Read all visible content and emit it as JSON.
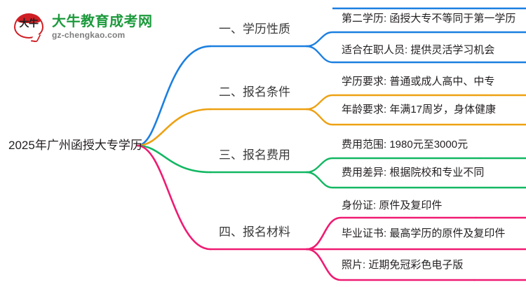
{
  "logo": {
    "mark_text": "大牛",
    "title": "大牛教育成考网",
    "subtitle": "gz-chengkao.com"
  },
  "mindmap": {
    "root": "2025年广州函授大专学历",
    "branches": [
      {
        "label": "一、学历性质",
        "color": "#1b7fe0",
        "children": [
          "第二学历: 函授大专不等同于第一学历",
          "适合在职人员: 提供灵活学习机会"
        ]
      },
      {
        "label": "二、报名条件",
        "color": "#eda112",
        "children": [
          "学历要求: 普通或成人高中、中专",
          "年龄要求: 年满17周岁，身体健康"
        ]
      },
      {
        "label": "三、报名费用",
        "color": "#12b762",
        "children": [
          "费用范围: 1980元至3000元",
          "费用差异: 根据院校和专业不同"
        ]
      },
      {
        "label": "四、报名材料",
        "color": "#ef1b72",
        "children": [
          "身份证: 原件及复印件",
          "毕业证书: 最高学历的原件及复印件",
          "照片: 近期免冠彩色电子版"
        ]
      }
    ]
  },
  "chart_data": {
    "type": "table",
    "title": "2025年广州函授大专学历",
    "categories": [
      "一、学历性质",
      "二、报名条件",
      "三、报名费用",
      "四、报名材料"
    ],
    "series": [
      {
        "name": "一、学历性质",
        "values": [
          "第二学历: 函授大专不等同于第一学历",
          "适合在职人员: 提供灵活学习机会"
        ]
      },
      {
        "name": "二、报名条件",
        "values": [
          "学历要求: 普通或成人高中、中专",
          "年龄要求: 年满17周岁，身体健康"
        ]
      },
      {
        "name": "三、报名费用",
        "values": [
          "费用范围: 1980元至3000元",
          "费用差异: 根据院校和专业不同"
        ]
      },
      {
        "name": "四、报名材料",
        "values": [
          "身份证: 原件及复印件",
          "毕业证书: 最高学历的原件及复印件",
          "照片: 近期免冠彩色电子版"
        ]
      }
    ]
  }
}
